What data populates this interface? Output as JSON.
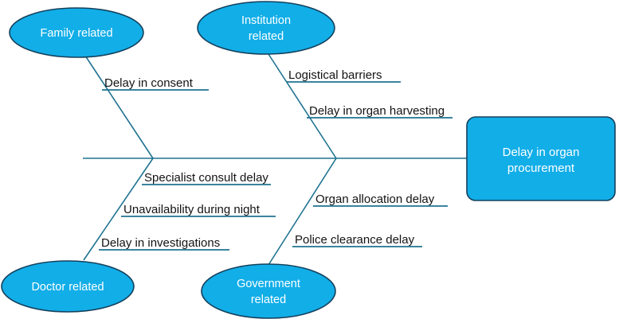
{
  "diagram": {
    "type": "fishbone-ishikawa",
    "title": "Delay in organ procurement",
    "colors": {
      "node_fill": "#12AEE8",
      "node_border": "#14405C",
      "bone_line": "#1F7391",
      "node_text": "#ffffff",
      "cause_text": "#131313",
      "background": "#ffffff"
    },
    "head": {
      "label_line_1": "Delay in organ",
      "label_line_2": "procurement",
      "label": "Delay in organ procurement"
    },
    "categories": [
      {
        "id": "family-related",
        "label": "Family related",
        "label_line_1": "Family related",
        "label_line_2": "",
        "position": "top-left",
        "causes": [
          {
            "label": "Delay in consent"
          }
        ]
      },
      {
        "id": "institution-related",
        "label": "Institution related",
        "label_line_1": "Institution",
        "label_line_2": "related",
        "position": "top-right",
        "causes": [
          {
            "label": "Logistical barriers"
          },
          {
            "label": "Delay in organ harvesting"
          }
        ]
      },
      {
        "id": "doctor-related",
        "label": "Doctor related",
        "label_line_1": "Doctor related",
        "label_line_2": "",
        "position": "bottom-left",
        "causes": [
          {
            "label": "Specialist consult delay"
          },
          {
            "label": "Unavailability during night"
          },
          {
            "label": "Delay in investigations"
          }
        ]
      },
      {
        "id": "government-related",
        "label": "Government related",
        "label_line_1": "Government",
        "label_line_2": "related",
        "position": "bottom-right",
        "causes": [
          {
            "label": "Organ allocation delay"
          },
          {
            "label": "Police clearance delay"
          }
        ]
      }
    ]
  }
}
